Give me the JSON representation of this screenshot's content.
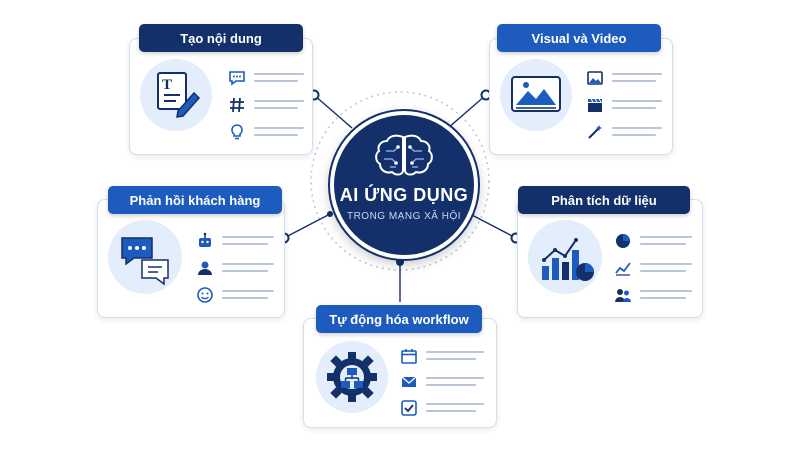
{
  "center": {
    "title": "AI ỨNG DỤNG",
    "subtitle": "TRONG MẠNG XÃ HỘI"
  },
  "cards": {
    "content": {
      "label": "Tạo nội dung",
      "icons": [
        "chat-icon",
        "hashtag-icon",
        "lightbulb-icon"
      ]
    },
    "visual": {
      "label": "Visual và Video",
      "icons": [
        "image-icon",
        "clapperboard-icon",
        "magic-wand-icon"
      ]
    },
    "feedback": {
      "label": "Phản hồi khách hàng",
      "icons": [
        "robot-icon",
        "user-icon",
        "smiley-icon"
      ]
    },
    "analytics": {
      "label": "Phân tích dữ liệu",
      "icons": [
        "pie-chart-icon",
        "line-chart-icon",
        "users-icon"
      ]
    },
    "workflow": {
      "label": "Tự động hóa workflow",
      "icons": [
        "calendar-icon",
        "mail-icon",
        "checkbox-icon"
      ]
    }
  },
  "colors": {
    "navy": "#13306a",
    "blue": "#1d5bbf",
    "bubble": "#e4edfb",
    "line": "#b9c6da"
  }
}
